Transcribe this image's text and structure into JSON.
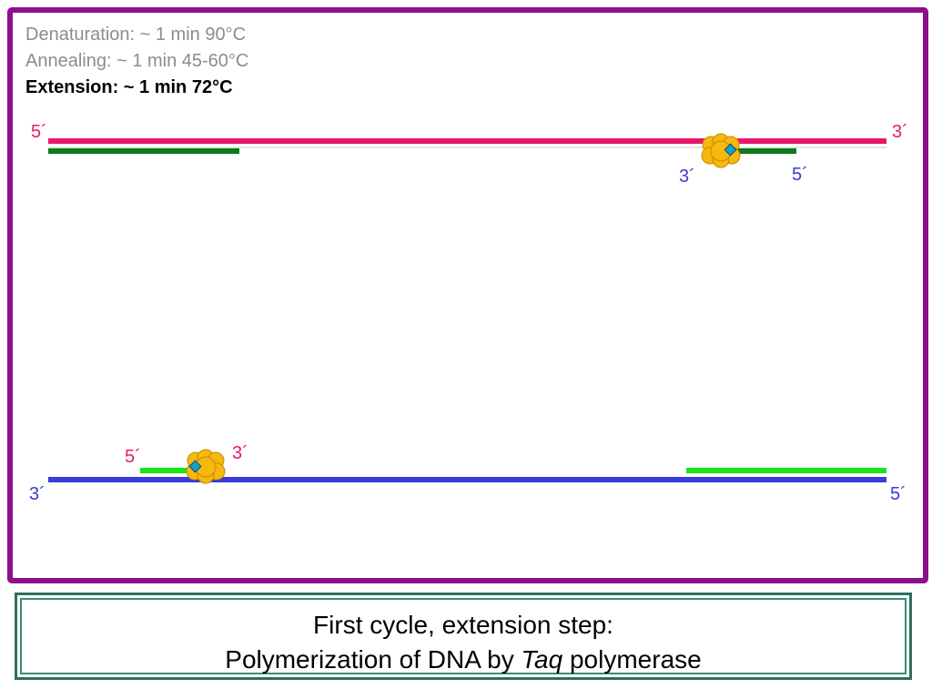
{
  "steps": [
    {
      "label": "Denaturation: ~ 1 min 90°C",
      "state": "inactive"
    },
    {
      "label": "Annealing: ~ 1 min 45-60°C",
      "state": "inactive"
    },
    {
      "label": "Extension: ~ 1 min 72°C",
      "state": "active"
    }
  ],
  "labels": {
    "top_left_end": "5´",
    "top_right_end": "3´",
    "top_primer_3": "3´",
    "top_primer_5": "5´",
    "bottom_primer_5": "5´",
    "bottom_primer_3": "3´",
    "bottom_left_end": "3´",
    "bottom_right_end": "5´"
  },
  "caption": {
    "line1": "First cycle, extension step:",
    "line2_prefix": "Polymerization of DNA by ",
    "line2_italic": "Taq",
    "line2_suffix": " polymerase"
  },
  "colors": {
    "frame": "#8e0f8e",
    "top_strand": "#e8176c",
    "bottom_strand": "#3a3ad6",
    "primer_dark_green": "#0b7a1a",
    "primer_bright_green": "#19e619",
    "polymerase_body": "#f5b90f",
    "polymerase_center": "#1aa0c8"
  },
  "icons": [
    "taq-polymerase-icon"
  ]
}
